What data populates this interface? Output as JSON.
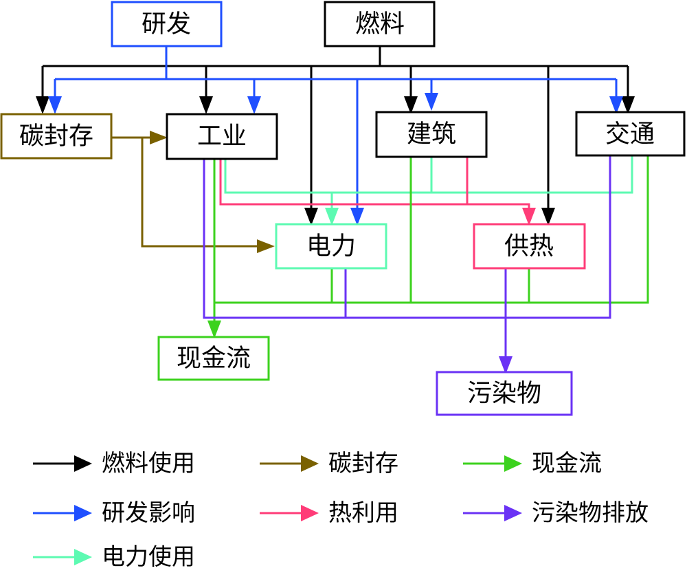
{
  "colors": {
    "fuel": "#000000",
    "rnd": "#1f4fff",
    "carbon": "#7a6100",
    "cash": "#3cd21e",
    "heat": "#ff3c78",
    "pollution": "#6a32f5",
    "power": "#5dfab2"
  },
  "nodes": {
    "rnd": "研发",
    "fuel": "燃料",
    "carbon_storage": "碳封存",
    "industry": "工业",
    "building": "建筑",
    "transport": "交通",
    "electricity": "电力",
    "heating": "供热",
    "cash_flow": "现金流",
    "pollutants": "污染物"
  },
  "legend": [
    {
      "label": "燃料使用",
      "color": "#000000"
    },
    {
      "label": "碳封存",
      "color": "#7a6100"
    },
    {
      "label": "现金流",
      "color": "#3cd21e"
    },
    {
      "label": "研发影响",
      "color": "#1f4fff"
    },
    {
      "label": "热利用",
      "color": "#ff3c78"
    },
    {
      "label": "污染物排放",
      "color": "#6a32f5"
    },
    {
      "label": "电力使用",
      "color": "#5dfab2"
    }
  ]
}
